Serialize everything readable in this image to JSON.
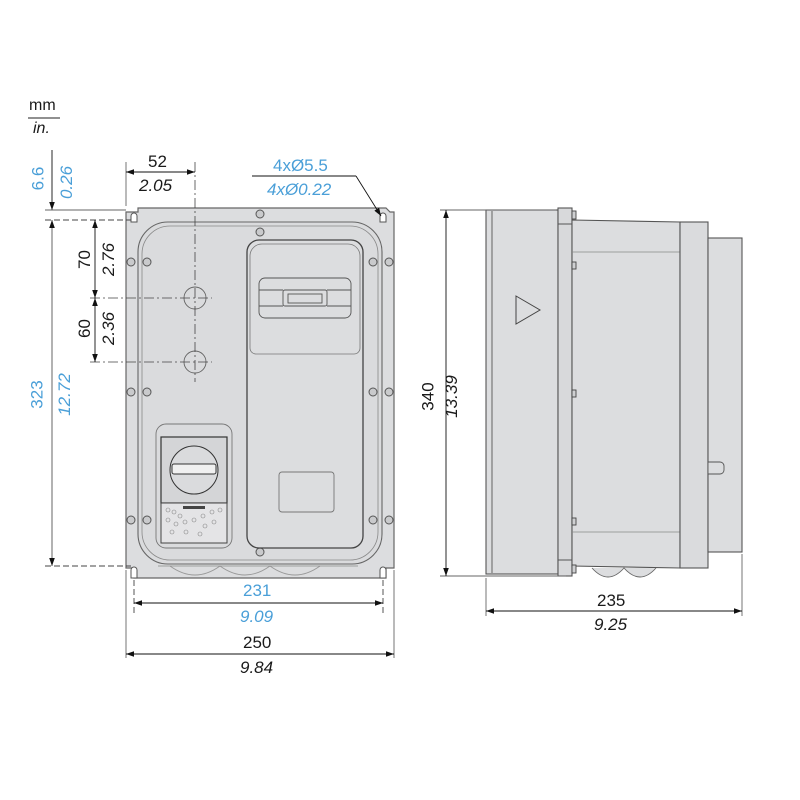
{
  "units": {
    "primary": "mm",
    "secondary": "in."
  },
  "colors": {
    "metric_highlight": "#4a9fd8",
    "dimension_text": "#1a1a1a",
    "enclosure_fill": "#dcdddf",
    "outline": "#555555"
  },
  "front_view": {
    "dim_top_offset": {
      "mm": "6.6",
      "in": "0.26"
    },
    "dim_hole_x": {
      "mm": "52",
      "in": "2.05"
    },
    "dim_mount_holes": {
      "mm": "4xØ5.5",
      "in": "4xØ0.22"
    },
    "dim_hole1_y": {
      "mm": "70",
      "in": "2.76"
    },
    "dim_hole_spacing": {
      "mm": "60",
      "in": "2.36"
    },
    "dim_mount_height": {
      "mm": "323",
      "in": "12.72"
    },
    "dim_mount_width": {
      "mm": "231",
      "in": "9.09"
    },
    "dim_total_width": {
      "mm": "250",
      "in": "9.84"
    }
  },
  "side_view": {
    "dim_height": {
      "mm": "340",
      "in": "13.39"
    },
    "dim_depth": {
      "mm": "235",
      "in": "9.25"
    }
  }
}
